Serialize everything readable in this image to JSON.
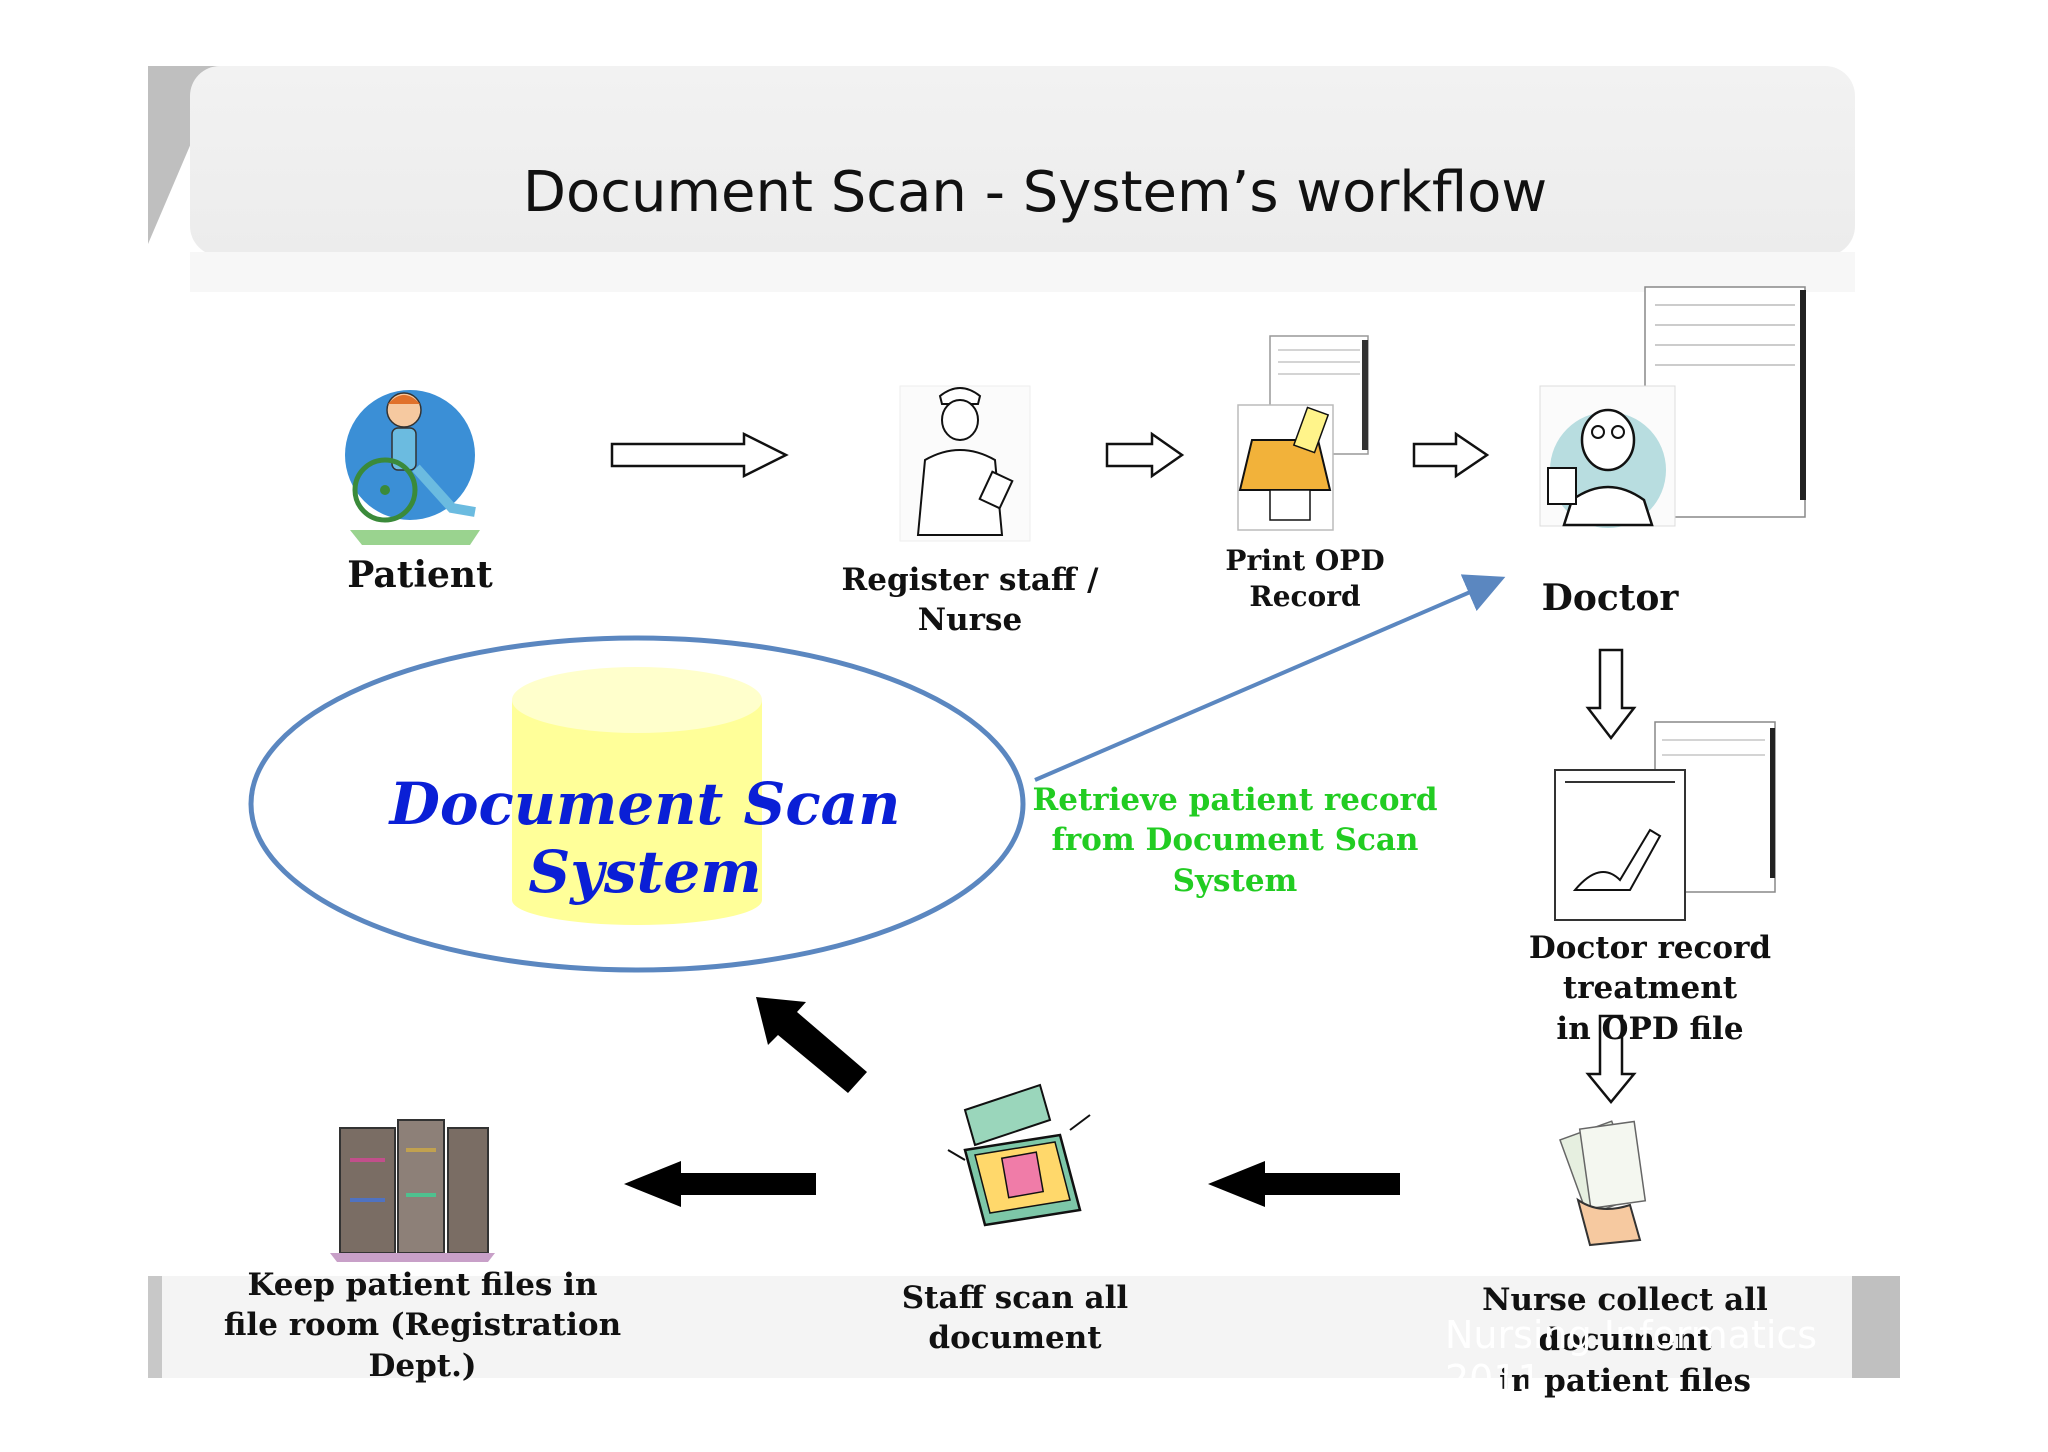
{
  "title": "Document Scan - System’s workflow",
  "footer_text": "Nursing Informatics 2011",
  "database": {
    "label": "Document Scan System"
  },
  "retrieve_label": {
    "line1": "Retrieve patient record",
    "line2": "from Document Scan System"
  },
  "nodes": {
    "patient": {
      "line1": "Patient"
    },
    "register": {
      "line1": "Register staff /",
      "line2": "Nurse"
    },
    "print": {
      "line1": "Print OPD",
      "line2": "Record"
    },
    "doctor": {
      "line1": "Doctor"
    },
    "doctor_record": {
      "line1": "Doctor record treatment",
      "line2": "in OPD file"
    },
    "nurse_collect": {
      "line1": "Nurse collect all document",
      "line2": "in patient files"
    },
    "staff_scan": {
      "line1": "Staff scan all document"
    },
    "keep_files": {
      "line1": "Keep patient files in",
      "line2": "file room (Registration Dept.)"
    }
  },
  "colors": {
    "database_text": "#0a1fd6",
    "retrieve_text": "#22cc22",
    "ellipse_stroke": "#5b87c0",
    "cylinder_fill": "#ffff99",
    "header_band": "#f2f2f2",
    "footer_band": "#f2f2f2"
  },
  "icons": {
    "patient": "wheelchair-patient-icon",
    "register": "nurse-with-clipboard-icon",
    "print": "printer-icon",
    "doctor": "doctor-icon",
    "doctor_record": "writing-hand-icon",
    "nurse_collect": "hand-holding-papers-icon",
    "staff_scan": "scanner-icon",
    "keep_files": "file-shelves-icon"
  }
}
